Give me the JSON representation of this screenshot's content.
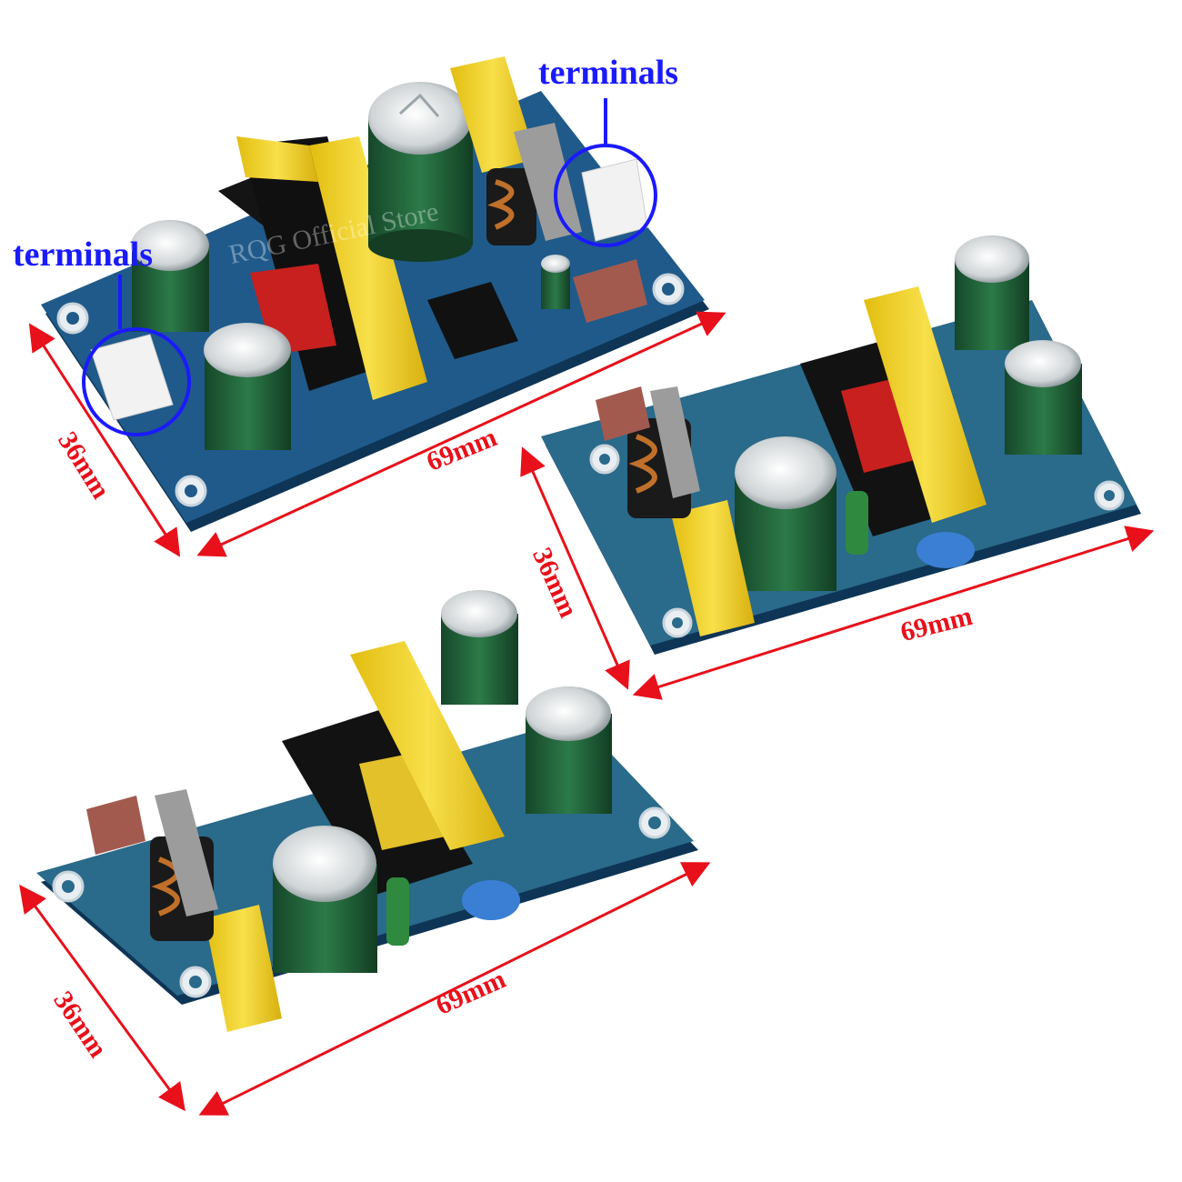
{
  "annotations": {
    "terminals_top_right": "terminals",
    "terminals_left": "terminals"
  },
  "boards": [
    {
      "id": "top",
      "width_label": "69mm",
      "height_label": "36mm"
    },
    {
      "id": "right",
      "width_label": "69mm",
      "height_label": "36mm"
    },
    {
      "id": "bottom",
      "width_label": "69mm",
      "height_label": "36mm"
    }
  ],
  "watermark": "RQG Official Store",
  "colors": {
    "pcb": "#1f5a8a",
    "pcb_edge": "#0e3556",
    "dimension": "#e8101a",
    "annotation": "#1a1aff",
    "transformer": "#f2d21b",
    "capacitor": "#1f5a34",
    "x_capacitor": "#f0cc1c",
    "fuse": "#a35a4e",
    "y_capacitor": "#3b7fd4"
  }
}
